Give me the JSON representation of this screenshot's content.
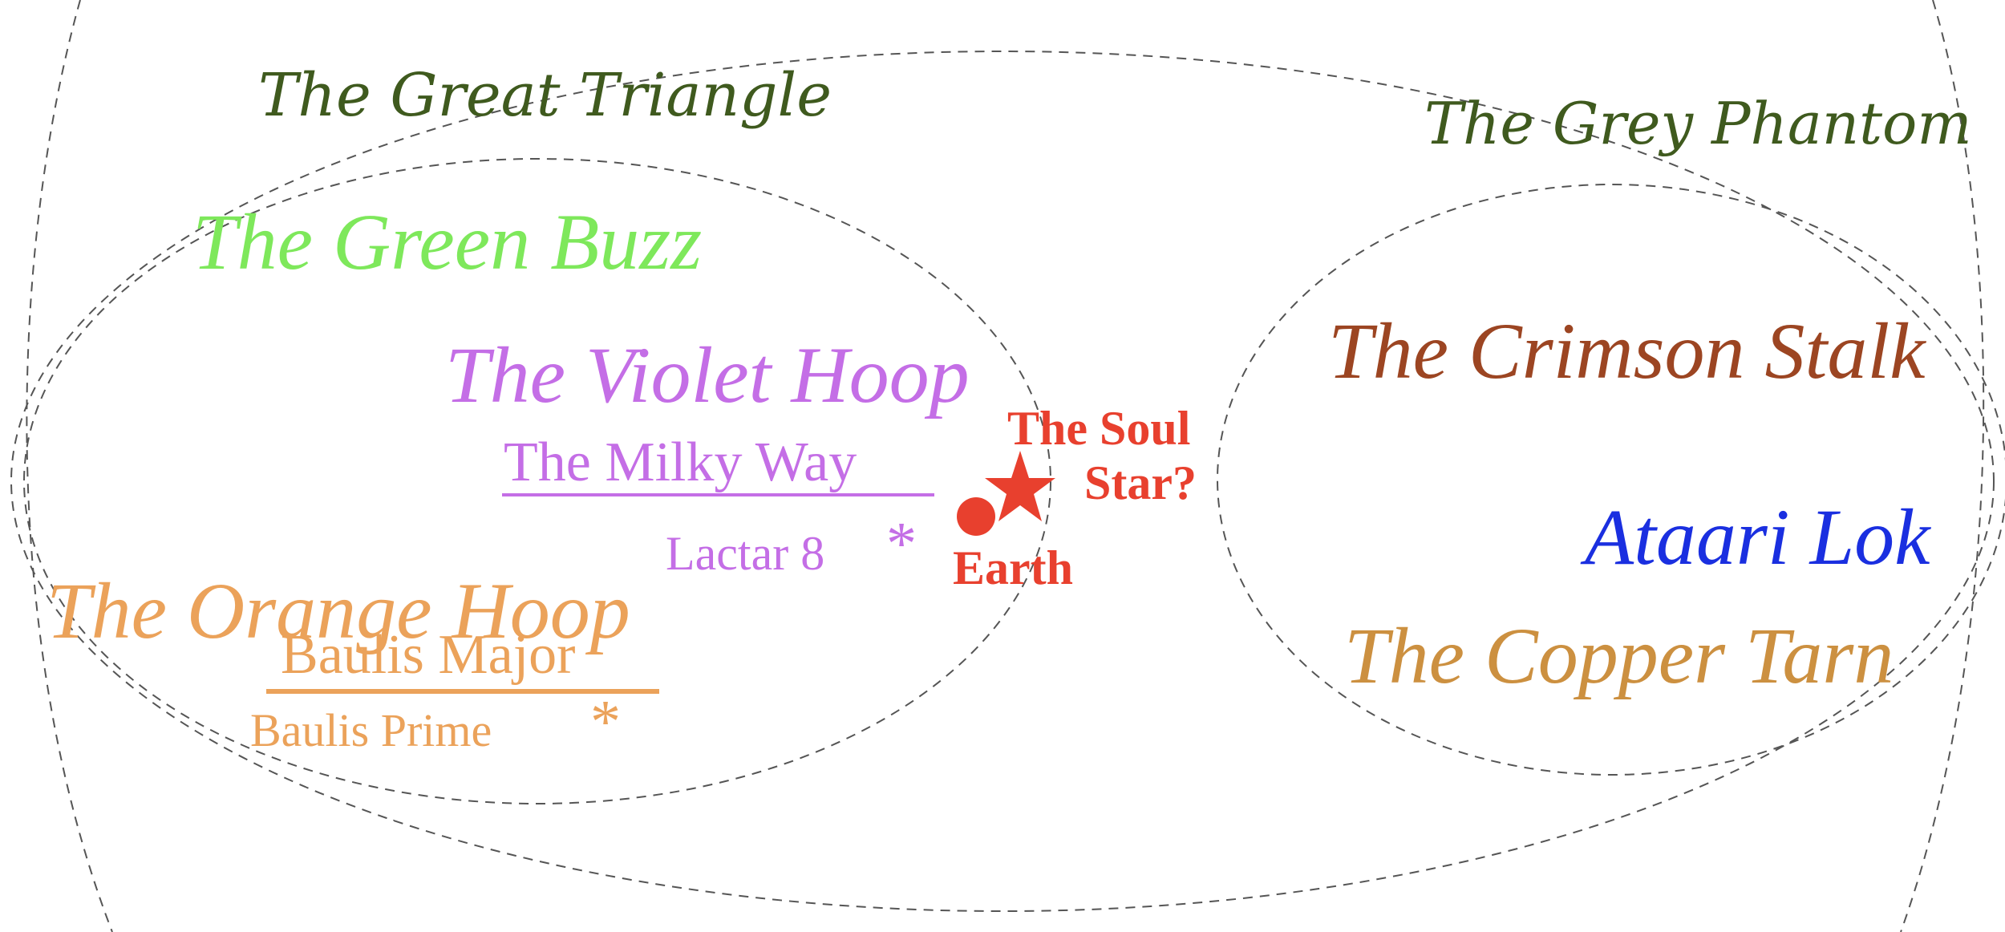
{
  "colors": {
    "dark_green": "#3f5a1e",
    "green": "#7ee85b",
    "violet": "#c46ee6",
    "red": "#e8402e",
    "orange": "#eba25a",
    "crimson": "#9c4522",
    "blue": "#1a2fe0",
    "copper": "#cc9040",
    "dash_line": "#555555"
  },
  "regions": {
    "great_triangle": "The Great Triangle",
    "grey_phantom": "The Grey Phantom"
  },
  "galaxies": {
    "green_buzz": "The Green Buzz",
    "violet_hoop": "The Violet Hoop",
    "milky_way": "The Milky Way",
    "orange_hoop": "The Orange Hoop",
    "baulis_major": "Baulis Major",
    "crimson_stalk": "The Crimson Stalk",
    "ataari_lok": "Ataari Lok",
    "copper_tarn": "The Copper Tarn"
  },
  "systems": {
    "lactar": "Lactar 8",
    "lactar_marker": "*",
    "baulis_prime": "Baulis Prime",
    "baulis_marker": "*"
  },
  "center": {
    "soul_star_line1": "The Soul",
    "soul_star_line2": "Star?",
    "earth": "Earth"
  }
}
